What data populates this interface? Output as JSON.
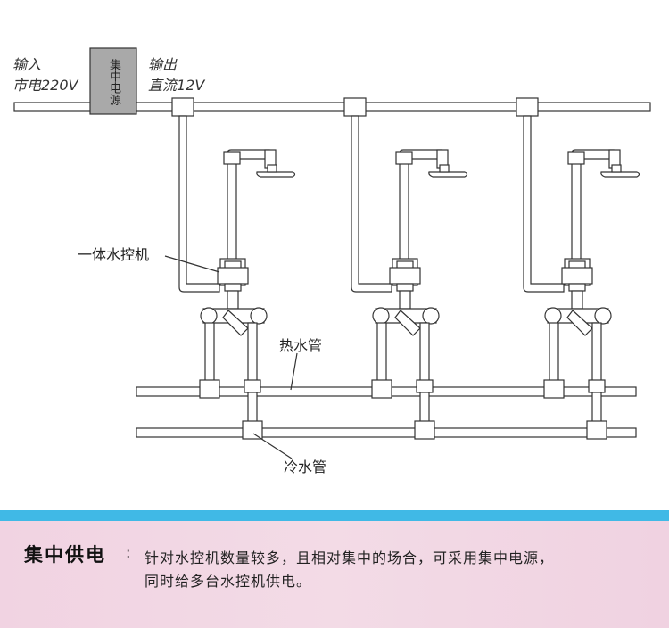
{
  "labels": {
    "input_line1": "输入",
    "input_line2": "市电220V",
    "psu": "集中电源",
    "output_line1": "输出",
    "output_line2": "直流12V",
    "controller": "一体水控机",
    "hot_pipe": "热水管",
    "cold_pipe": "冷水管"
  },
  "colors": {
    "stroke": "#333333",
    "psu_fill": "#a9a9a9",
    "band": "#40b9e6",
    "panel": "#f1d3e2"
  },
  "summary": {
    "title": "集中供电",
    "colon": ":",
    "line1": "针对水控机数量较多，且相对集中的场合，可采用集中电源，",
    "line2": "同时给多台水控机供电。"
  }
}
